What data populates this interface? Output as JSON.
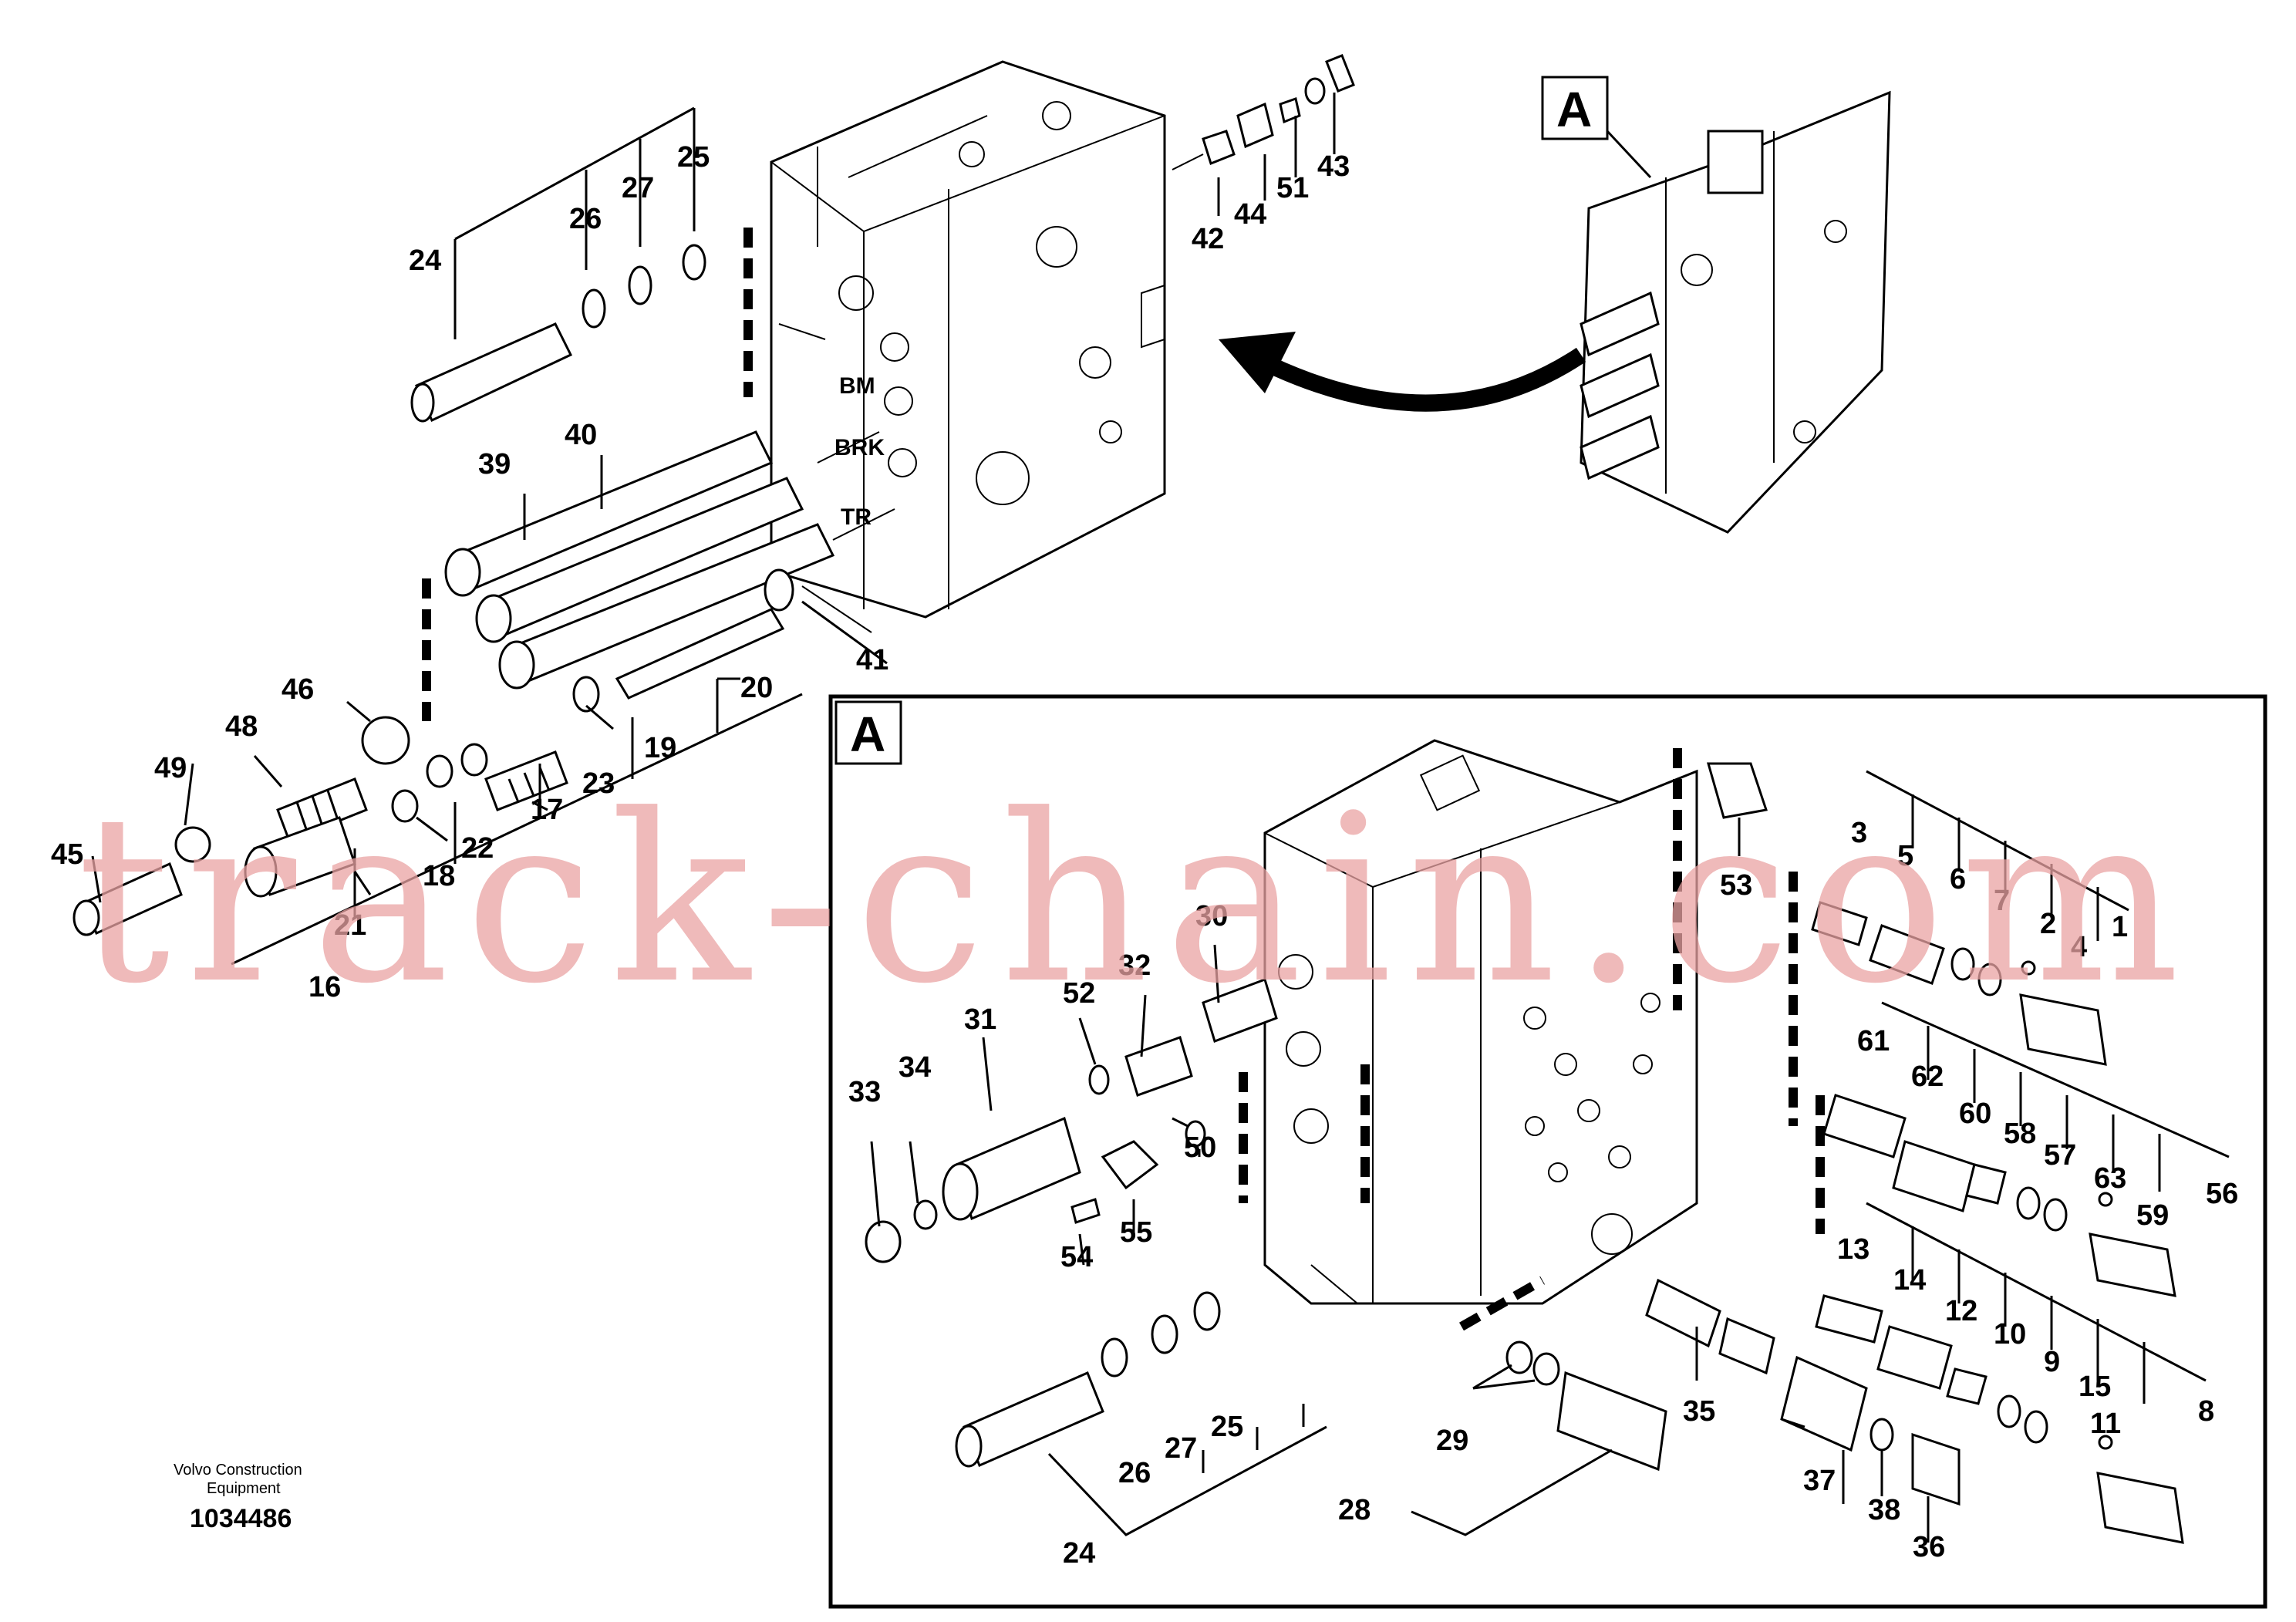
{
  "detail_tag": "A",
  "view_tag": "A",
  "port_labels": {
    "bm": "BM",
    "brk": "BRK",
    "tr": "TR"
  },
  "labels": {
    "l1": "1",
    "l2": "2",
    "l3": "3",
    "l4": "4",
    "l5": "5",
    "l6": "6",
    "l7": "7",
    "l8": "8",
    "l9": "9",
    "l10": "10",
    "l11": "11",
    "l12": "12",
    "l13": "13",
    "l14": "14",
    "l15": "15",
    "l16": "16",
    "l17": "17",
    "l18": "18",
    "l19": "19",
    "l20": "20",
    "l21": "21",
    "l22": "22",
    "l23": "23",
    "l24": "24",
    "l25": "25",
    "l26": "26",
    "l27": "27",
    "l28": "28",
    "l29": "29",
    "l30": "30",
    "l31": "31",
    "l32": "32",
    "l33": "33",
    "l34": "34",
    "l35": "35",
    "l36": "36",
    "l37": "37",
    "l38": "38",
    "l39": "39",
    "l40": "40",
    "l41": "41",
    "l42": "42",
    "l43": "43",
    "l44": "44",
    "l45": "45",
    "l46": "46",
    "l48": "48",
    "l49": "49",
    "l50": "50",
    "l51": "51",
    "l52": "52",
    "l53": "53",
    "l54": "54",
    "l55": "55",
    "l56": "56",
    "l57": "57",
    "l58": "58",
    "l59": "59",
    "l60": "60",
    "l61": "61",
    "l62": "62",
    "l63": "63",
    "l24b": "24",
    "l25b": "25",
    "l26b": "26",
    "l27b": "27"
  },
  "footer": {
    "line1": "Volvo Construction",
    "line2": "Equipment",
    "doc_number": "1034486"
  },
  "watermark": "track-chain.com"
}
